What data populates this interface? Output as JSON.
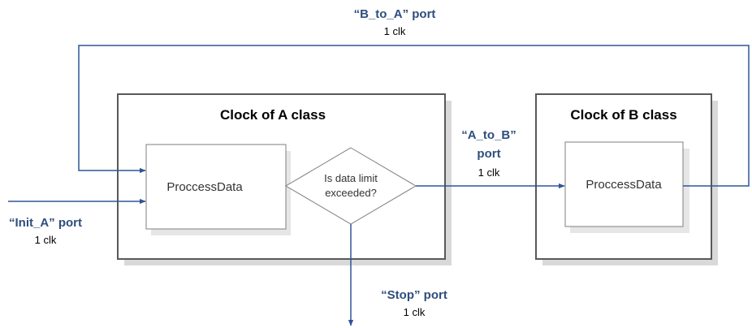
{
  "ports": {
    "b_to_a": {
      "name": "“B_to_A” port",
      "clk": "1 clk"
    },
    "init_a": {
      "name": "“Init_A” port",
      "clk": "1 clk"
    },
    "a_to_b": {
      "name_line1": "“A_to_B”",
      "name_line2": "port",
      "clk": "1 clk"
    },
    "stop": {
      "name": "“Stop” port",
      "clk": "1 clk"
    }
  },
  "class_a": {
    "title": "Clock of A class",
    "process": "ProccessData",
    "decision_line1": "Is data limit",
    "decision_line2": "exceeded?"
  },
  "class_b": {
    "title": "Clock of B class",
    "process": "ProccessData"
  },
  "colors": {
    "wire": "#2f5597",
    "port_text": "#2f4e7d",
    "box_border": "#595959",
    "shadow": "#d9d9d9"
  }
}
